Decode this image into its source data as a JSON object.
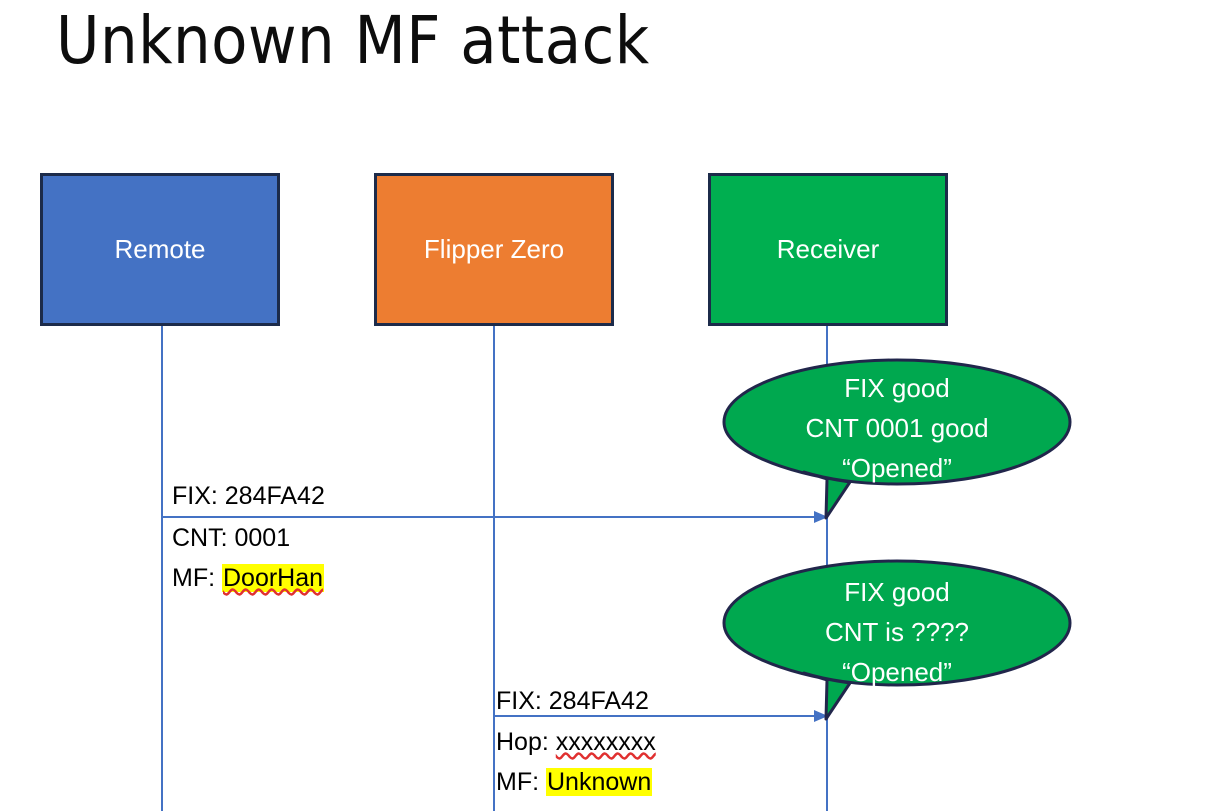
{
  "slide": {
    "title": "Unknown MF attack",
    "background": "#ffffff"
  },
  "colors": {
    "remote_fill": "#4472C4",
    "flipper_fill": "#ED7D31",
    "receiver_fill": "#00AF50",
    "box_border": "#1C2B4A",
    "line": "#4472C4",
    "callout_fill": "#00A84F",
    "callout_border": "#21264B",
    "highlight": "#FFFF00",
    "spellcheck_underline": "#E03030",
    "text": "#000000",
    "box_label_text": "#FFFFFF"
  },
  "actors": [
    {
      "id": "remote",
      "label": "Remote"
    },
    {
      "id": "flipper",
      "label": "Flipper Zero"
    },
    {
      "id": "receiver",
      "label": "Receiver"
    }
  ],
  "messages": [
    {
      "id": "msg1",
      "from": "remote",
      "to": "receiver",
      "lines": [
        {
          "label": "FIX: 284FA42",
          "highlighted": false
        },
        {
          "label": "CNT: 0001",
          "highlighted": false
        },
        {
          "prefix": "MF: ",
          "value": "DoorHan",
          "highlighted": true,
          "spellcheck_error": true
        }
      ]
    },
    {
      "id": "msg2",
      "from": "flipper",
      "to": "receiver",
      "lines": [
        {
          "label": "FIX: 284FA42",
          "highlighted": false
        },
        {
          "prefix": "Hop: ",
          "value": "xxxxxxxx",
          "highlighted": false,
          "spellcheck_error": true
        },
        {
          "prefix": "MF: ",
          "value": "Unknown",
          "highlighted": true,
          "spellcheck_error": false
        }
      ]
    }
  ],
  "callouts": [
    {
      "id": "callout1",
      "attached_to": "msg1",
      "line1": "FIX good",
      "line2": "CNT 0001 good",
      "line3": "“Opened”"
    },
    {
      "id": "callout2",
      "attached_to": "msg2",
      "line1": "FIX good",
      "line2": "CNT is ????",
      "line3": "“Opened”"
    }
  ]
}
